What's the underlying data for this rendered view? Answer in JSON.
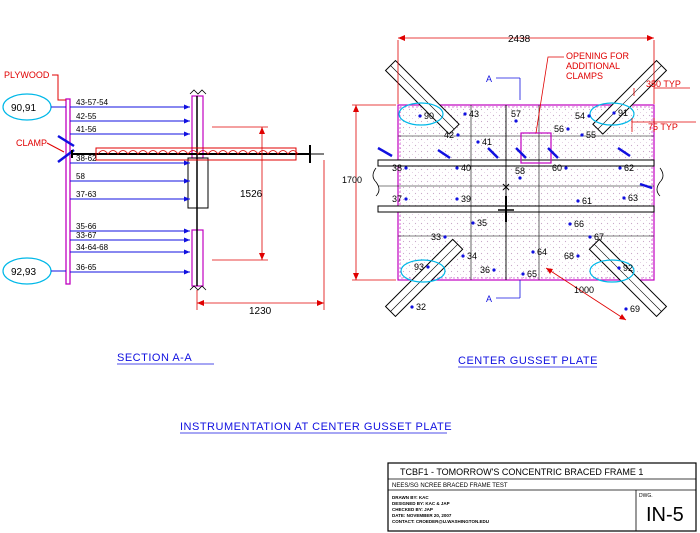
{
  "section": {
    "plywood_label": "PLYWOOD",
    "clamp_label": "CLAMP",
    "top_ellipse_label": "90,91",
    "bottom_ellipse_label": "92,93",
    "gauges_top": [
      "43-57-54",
      "42-55",
      "41-56"
    ],
    "gauges_mid": [
      "38-62",
      "58",
      "37-63"
    ],
    "gauges_bottom": [
      "35-66",
      "33-67",
      "34-64-68",
      "36-65"
    ],
    "dim_vertical": "1526",
    "dim_horizontal": "1230",
    "title": "SECTION A-A"
  },
  "gusset": {
    "dim_top": "2438",
    "dim_left": "1700",
    "dim_350": "350 TYP",
    "dim_75": "75 TYP",
    "dim_1000": "1000",
    "note": "OPENING FOR\nADDITIONAL\nCLAMPS",
    "section_mark": "A",
    "title": "CENTER GUSSET PLATE",
    "points": [
      "90",
      "43",
      "57",
      "54",
      "91",
      "42",
      "41",
      "56",
      "55",
      "38",
      "40",
      "58",
      "60",
      "62",
      "37",
      "39",
      "61",
      "63",
      "35",
      "33",
      "34",
      "64",
      "66",
      "67",
      "68",
      "36",
      "65",
      "93",
      "92",
      "32",
      "69"
    ]
  },
  "main_title": "INSTRUMENTATION AT CENTER GUSSET PLATE",
  "title_block": {
    "title": "TCBF1 - TOMORROW'S CONCENTRIC BRACED FRAME 1",
    "subtitle": "NEES/SG NCREE BRACED FRAME TEST",
    "drawn": "DRAWN BY: KAC",
    "designed": "DESIGNED BY: KAC & JAP",
    "checked": "CHECKED BY: JAP",
    "date": "DATE: NOVEMBER 20, 2007",
    "contact": "CONTACT: CROEDER@U.WASHINGTON.EDU",
    "dwg_label": "DWG.",
    "dwg_no": "IN-5"
  }
}
